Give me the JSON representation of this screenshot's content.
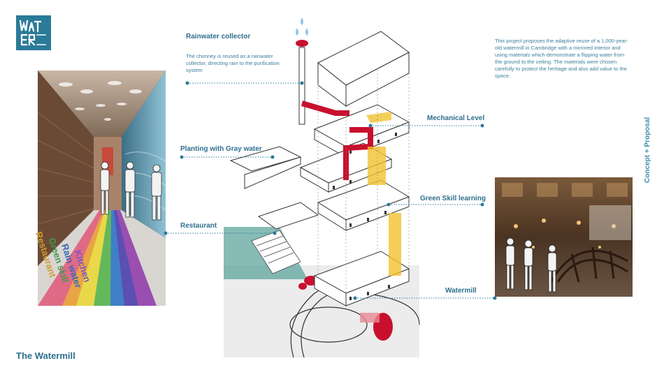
{
  "logo": {
    "text": "WaTeR"
  },
  "page_title": "The Watermill",
  "side_tab": "Concept + Proposal",
  "description": "This project proposes the adaptive reuse of a 1,000-year-old watermill in Cambridge with a mirrored interior and using materials which demonstrate a flipping water from the ground to the ceiling. The materials were chosen carefully to protect the heritage and also add value to the space.",
  "callouts": {
    "rainwater": {
      "title": "Rainwater collector",
      "desc": "The chimney is reused as a rainwater collector, directing rain to the purification system"
    },
    "planting": {
      "title": "Planting with Gray water"
    },
    "restaurant": {
      "title": "Restaurant"
    },
    "mechanical": {
      "title": "Mechanical Level"
    },
    "green_skill": {
      "title": "Green Skill learning"
    },
    "watermill": {
      "title": "Watermill"
    }
  },
  "floor_text": {
    "line1": "Kitchen",
    "line2": "Rain water",
    "line3": "Green skill",
    "line4": "Restaurant"
  },
  "colors": {
    "brand": "#2b7a98",
    "accent_red": "#c8102e",
    "accent_yellow": "#f2c230",
    "teal_floor": "#5fa49c"
  }
}
